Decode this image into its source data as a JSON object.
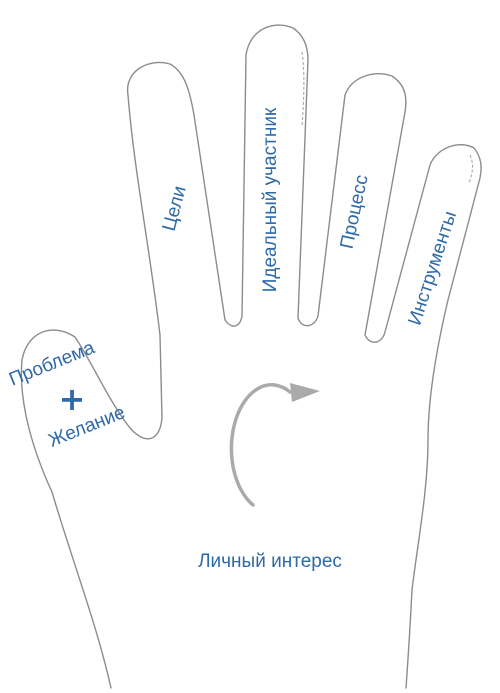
{
  "colors": {
    "label": "#2e6aa8",
    "outline": "#8c8c8c",
    "arrow": "#aaaaaa"
  },
  "fingers": {
    "index": "Цели",
    "middle": "Идеальный участник",
    "ring": "Процесс",
    "little": "Инструменты"
  },
  "thumb": {
    "problem": "Проблема",
    "plus": "+",
    "desire": "Желание"
  },
  "palm": {
    "label": "Личный интерес",
    "icon": "circular-arrow-icon"
  }
}
